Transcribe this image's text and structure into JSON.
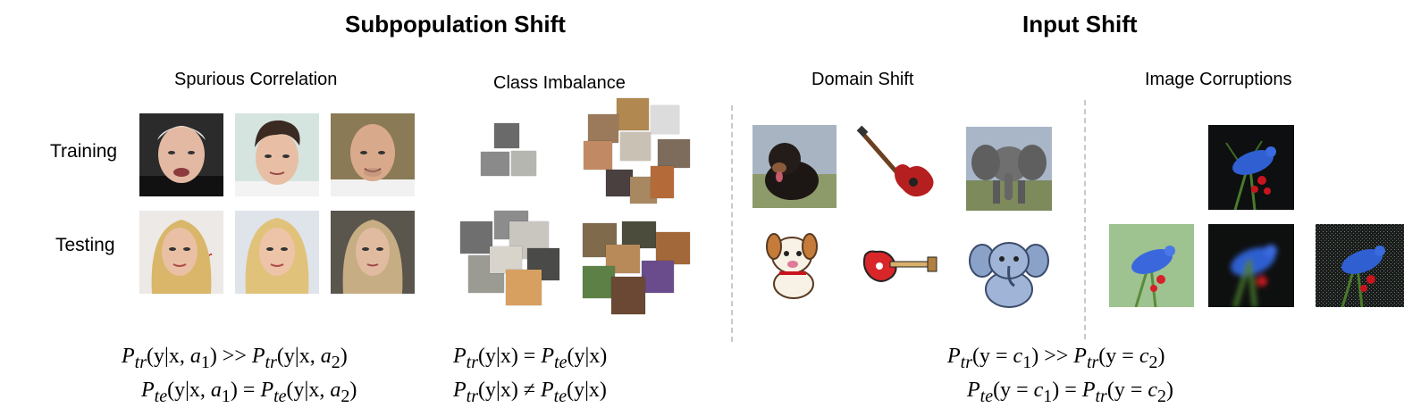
{
  "sections": {
    "subpopulation": {
      "title": "Subpopulation Shift"
    },
    "input": {
      "title": "Input Shift"
    }
  },
  "subtitles": {
    "spurious": "Spurious Correlation",
    "imbalance": "Class Imbalance",
    "domain": "Domain Shift",
    "corruptions": "Image Corruptions"
  },
  "rows": {
    "training": "Training",
    "testing": "Testing"
  },
  "colors": {
    "divider": "#c9c9c9",
    "bird_blue": "#2f5fd0",
    "berry_red": "#c8141e",
    "guitar_red": "#b51f1f",
    "elephant_gray": "#6f6f6f",
    "cartoon_elephant": "#9fb4d6",
    "dog_brown": "#c57b3a"
  }
}
